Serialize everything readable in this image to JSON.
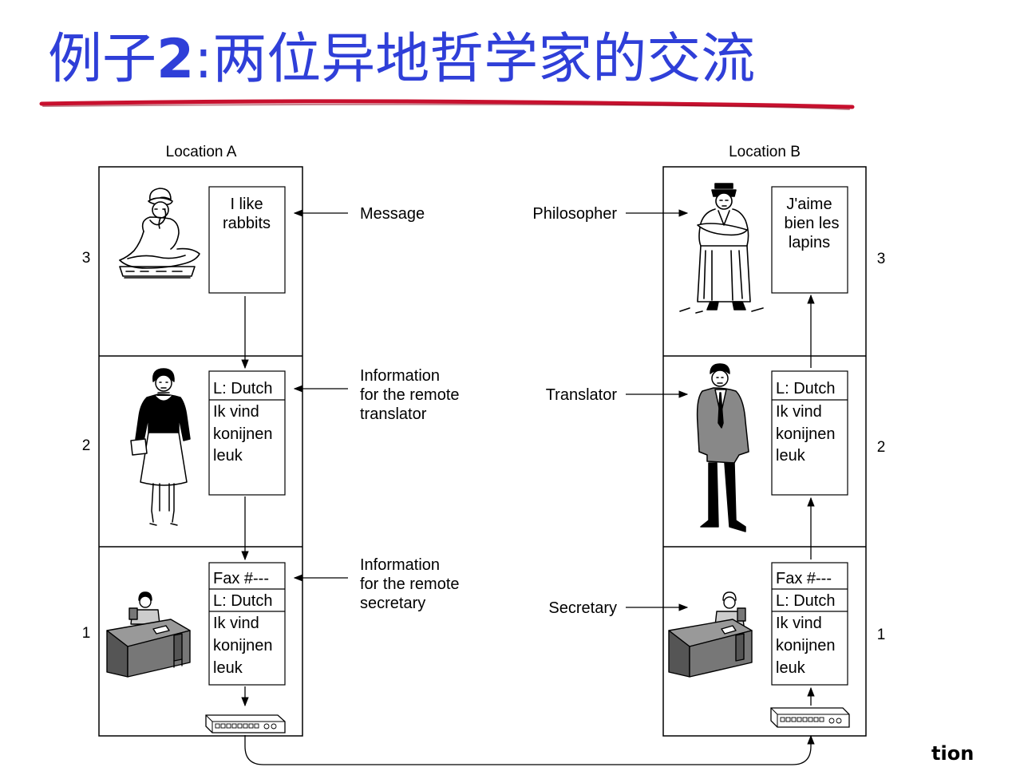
{
  "title": {
    "prefix": "例子",
    "number": "2",
    "rest": ":两位异地哲学家的交流"
  },
  "colors": {
    "title": "#2f3fd8",
    "underline": "#c8102e"
  },
  "locations": {
    "a": "Location A",
    "b": "Location B"
  },
  "layers": {
    "l3": "3",
    "l2": "2",
    "l1": "1"
  },
  "callouts": {
    "message": "Message",
    "info_translator": [
      "Information",
      "for the remote",
      "translator"
    ],
    "info_secretary": [
      "Information",
      "for the remote",
      "secretary"
    ],
    "philosopher": "Philosopher",
    "translator": "Translator",
    "secretary": "Secretary"
  },
  "messages": {
    "a3": [
      "I like",
      "rabbits"
    ],
    "b3": [
      "J'aime",
      "bien les",
      "lapins"
    ],
    "header_lang": "L: Dutch",
    "dutch_text": [
      "Ik vind",
      "konijnen",
      "leuk"
    ],
    "header_fax": "Fax #---"
  },
  "footer": "tion",
  "icons": {
    "a3": "philosopher-icon",
    "a2": "translator-icon",
    "a1": "secretary-icon",
    "b3": "philosopher-icon",
    "b2": "translator-icon",
    "b1": "secretary-icon",
    "modem": "fax-modem-icon"
  }
}
